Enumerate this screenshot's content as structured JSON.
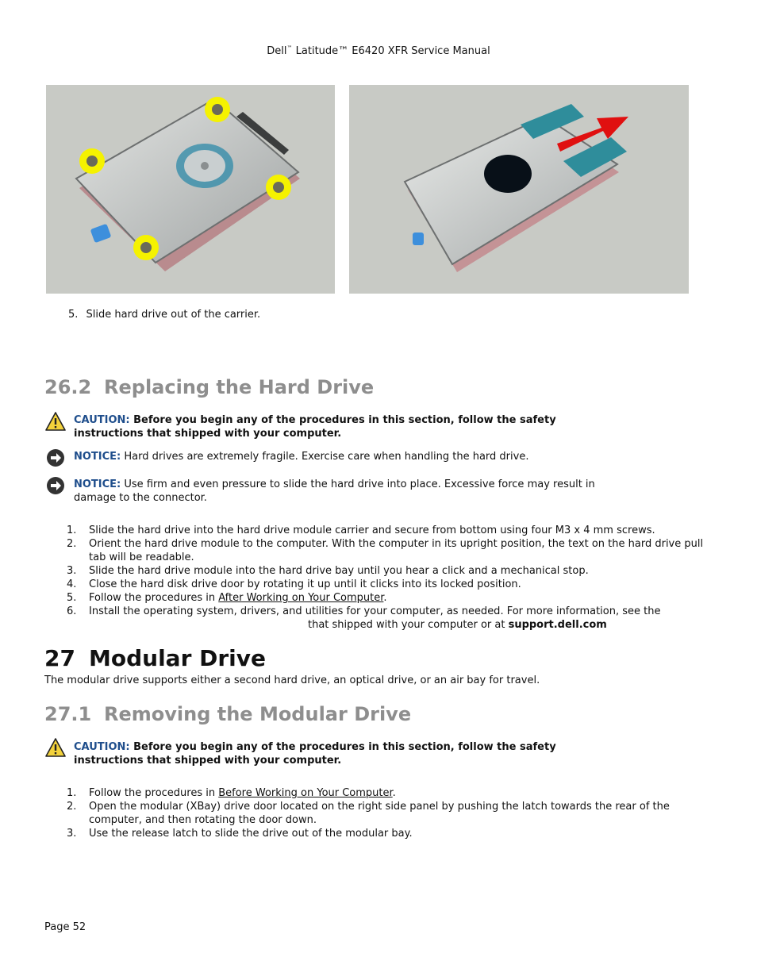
{
  "header": {
    "title_prefix": "Dell",
    "tm1": "™",
    "title_rest": " Latitude™ E6420 XFR Service Manual"
  },
  "removal_step5": {
    "number": "5.",
    "text": "Slide hard drive out of the carrier."
  },
  "section_26_2": {
    "number": "26.2",
    "title": "Replacing the Hard Drive",
    "caution": {
      "label": "CAUTION:",
      "text": " Before you begin any of the procedures in this section, follow the safety instructions that shipped with your computer."
    },
    "notice1": {
      "label": "NOTICE:",
      "text": " Hard drives are extremely fragile.  Exercise care when handling the hard drive."
    },
    "notice2": {
      "label": "NOTICE:",
      "text": " Use firm and even pressure to slide the hard drive into place.  Excessive force may result in damage to the connector."
    },
    "steps": [
      {
        "n": "1.",
        "text": "Slide the hard drive into the hard drive module carrier and secure from bottom using four M3 x 4 mm screws."
      },
      {
        "n": "2.",
        "text": "Orient the hard drive module to the computer.  With the computer in its upright position, the text on the hard drive pull tab will be readable."
      },
      {
        "n": "3.",
        "text": "Slide the hard drive module into the hard drive bay until you hear a click and a mechanical stop."
      },
      {
        "n": "4.",
        "text": "Close the hard disk drive door by rotating it up until it clicks into its locked position."
      },
      {
        "n": "5.",
        "pre": "Follow the procedures in ",
        "link": "After Working on Your Computer",
        "post": "."
      },
      {
        "n": "6.",
        "pre": "Install the operating system, drivers, and utilities for your computer, as needed. For more information, see the",
        "mid": "that shipped with your computer or at ",
        "bold": "support.dell.com"
      }
    ]
  },
  "section_27": {
    "number": "27",
    "title": "Modular Drive",
    "intro": "The modular drive supports either a second hard drive, an optical drive, or an air bay for travel."
  },
  "section_27_1": {
    "number": "27.1",
    "title": "Removing the Modular Drive",
    "caution": {
      "label": "CAUTION:",
      "text": " Before you begin any of the procedures in this section, follow the safety instructions that shipped with your computer."
    },
    "steps": [
      {
        "n": "1.",
        "pre": "Follow the procedures in ",
        "link": "Before Working on Your Computer",
        "post": "."
      },
      {
        "n": "2.",
        "text": "Open the modular (XBay) drive door located on the right side panel by pushing the latch towards the rear of the computer, and then rotating the door down."
      },
      {
        "n": "3.",
        "text": "Use the release latch to slide the drive out of the modular bay."
      }
    ]
  },
  "footer": {
    "page": "Page 52"
  },
  "colors": {
    "label_blue": "#1f4e8c",
    "heading_gray": "#8e8e8e",
    "screw_highlight": "#f5f200",
    "arrow_red": "#e01010"
  },
  "icons": {
    "caution": "warning-triangle-icon",
    "notice": "notice-arrow-icon"
  }
}
